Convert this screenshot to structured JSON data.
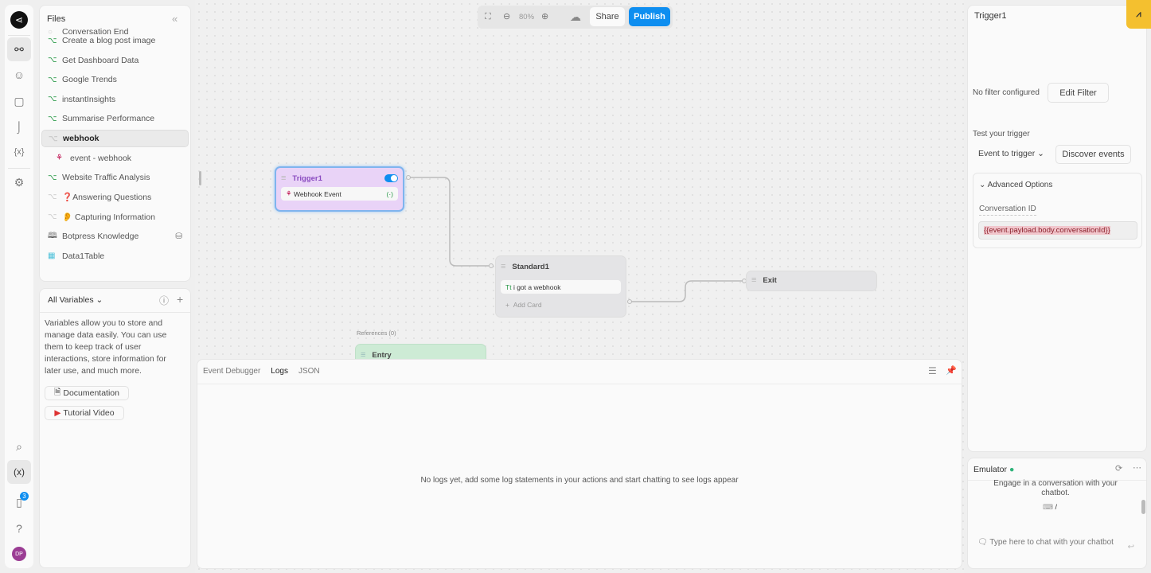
{
  "rail": {
    "badge_count": "3",
    "avatar": "DP"
  },
  "files": {
    "title": "Files",
    "items": [
      {
        "label": "Conversation End",
        "icon": "circle-icon"
      },
      {
        "label": "Create a blog post image",
        "icon": "workflow-icon"
      },
      {
        "label": "Get Dashboard Data",
        "icon": "workflow-icon"
      },
      {
        "label": "Google Trends",
        "icon": "workflow-icon"
      },
      {
        "label": "instantInsights",
        "icon": "workflow-icon"
      },
      {
        "label": "Summarise Performance",
        "icon": "workflow-icon"
      },
      {
        "label": "webhook",
        "icon": "workflow-icon"
      },
      {
        "label": "event - webhook",
        "icon": "webhook-icon"
      },
      {
        "label": "Website Traffic Analysis",
        "icon": "workflow-icon"
      },
      {
        "label": "❓Answering Questions",
        "icon": "workflow-icon"
      },
      {
        "label": "👂 Capturing Information",
        "icon": "workflow-icon"
      },
      {
        "label": "Botpress Knowledge",
        "icon": "book-icon"
      },
      {
        "label": "Data1Table",
        "icon": "table-icon"
      }
    ]
  },
  "variables": {
    "selector": "All Variables",
    "description": "Variables allow you to store and manage data easily. You can use them to keep track of user interactions, store information for later use, and much more.",
    "documentation": "Documentation",
    "tutorial": "Tutorial Video"
  },
  "toolbar": {
    "zoom": "80%",
    "share": "Share",
    "publish": "Publish"
  },
  "nodes": {
    "trigger": {
      "title": "Trigger1",
      "card": "Webhook Event",
      "enabled": true
    },
    "standard": {
      "title": "Standard1",
      "card": "i got a webhook",
      "add_card": "Add Card"
    },
    "exit": {
      "title": "Exit"
    },
    "references": "References (0)",
    "entry": {
      "title": "Entry"
    }
  },
  "debugger": {
    "tabs": [
      "Event Debugger",
      "Logs",
      "JSON"
    ],
    "active_tab": "Logs",
    "empty": "No logs yet, add some log statements in your actions and start chatting to see logs appear"
  },
  "inspector": {
    "title": "Trigger1",
    "no_filter": "No filter configured",
    "edit_filter": "Edit Filter",
    "test_label": "Test your trigger",
    "event_select": "Event to trigger",
    "discover": "Discover events",
    "advanced": "Advanced Options",
    "conv_label": "Conversation ID",
    "conv_value": "{{event.payload.body.conversationId}}"
  },
  "emulator": {
    "title": "Emulator",
    "status_color": "#2fb37a",
    "intro": "Engage in a conversation with your chatbot.",
    "slash": "/",
    "placeholder": "Type here to chat with your chatbot"
  },
  "colors": {
    "accent": "#0e8ef0",
    "trigger_bg": "#e9d3f7",
    "entry_bg": "#cdebd5"
  }
}
